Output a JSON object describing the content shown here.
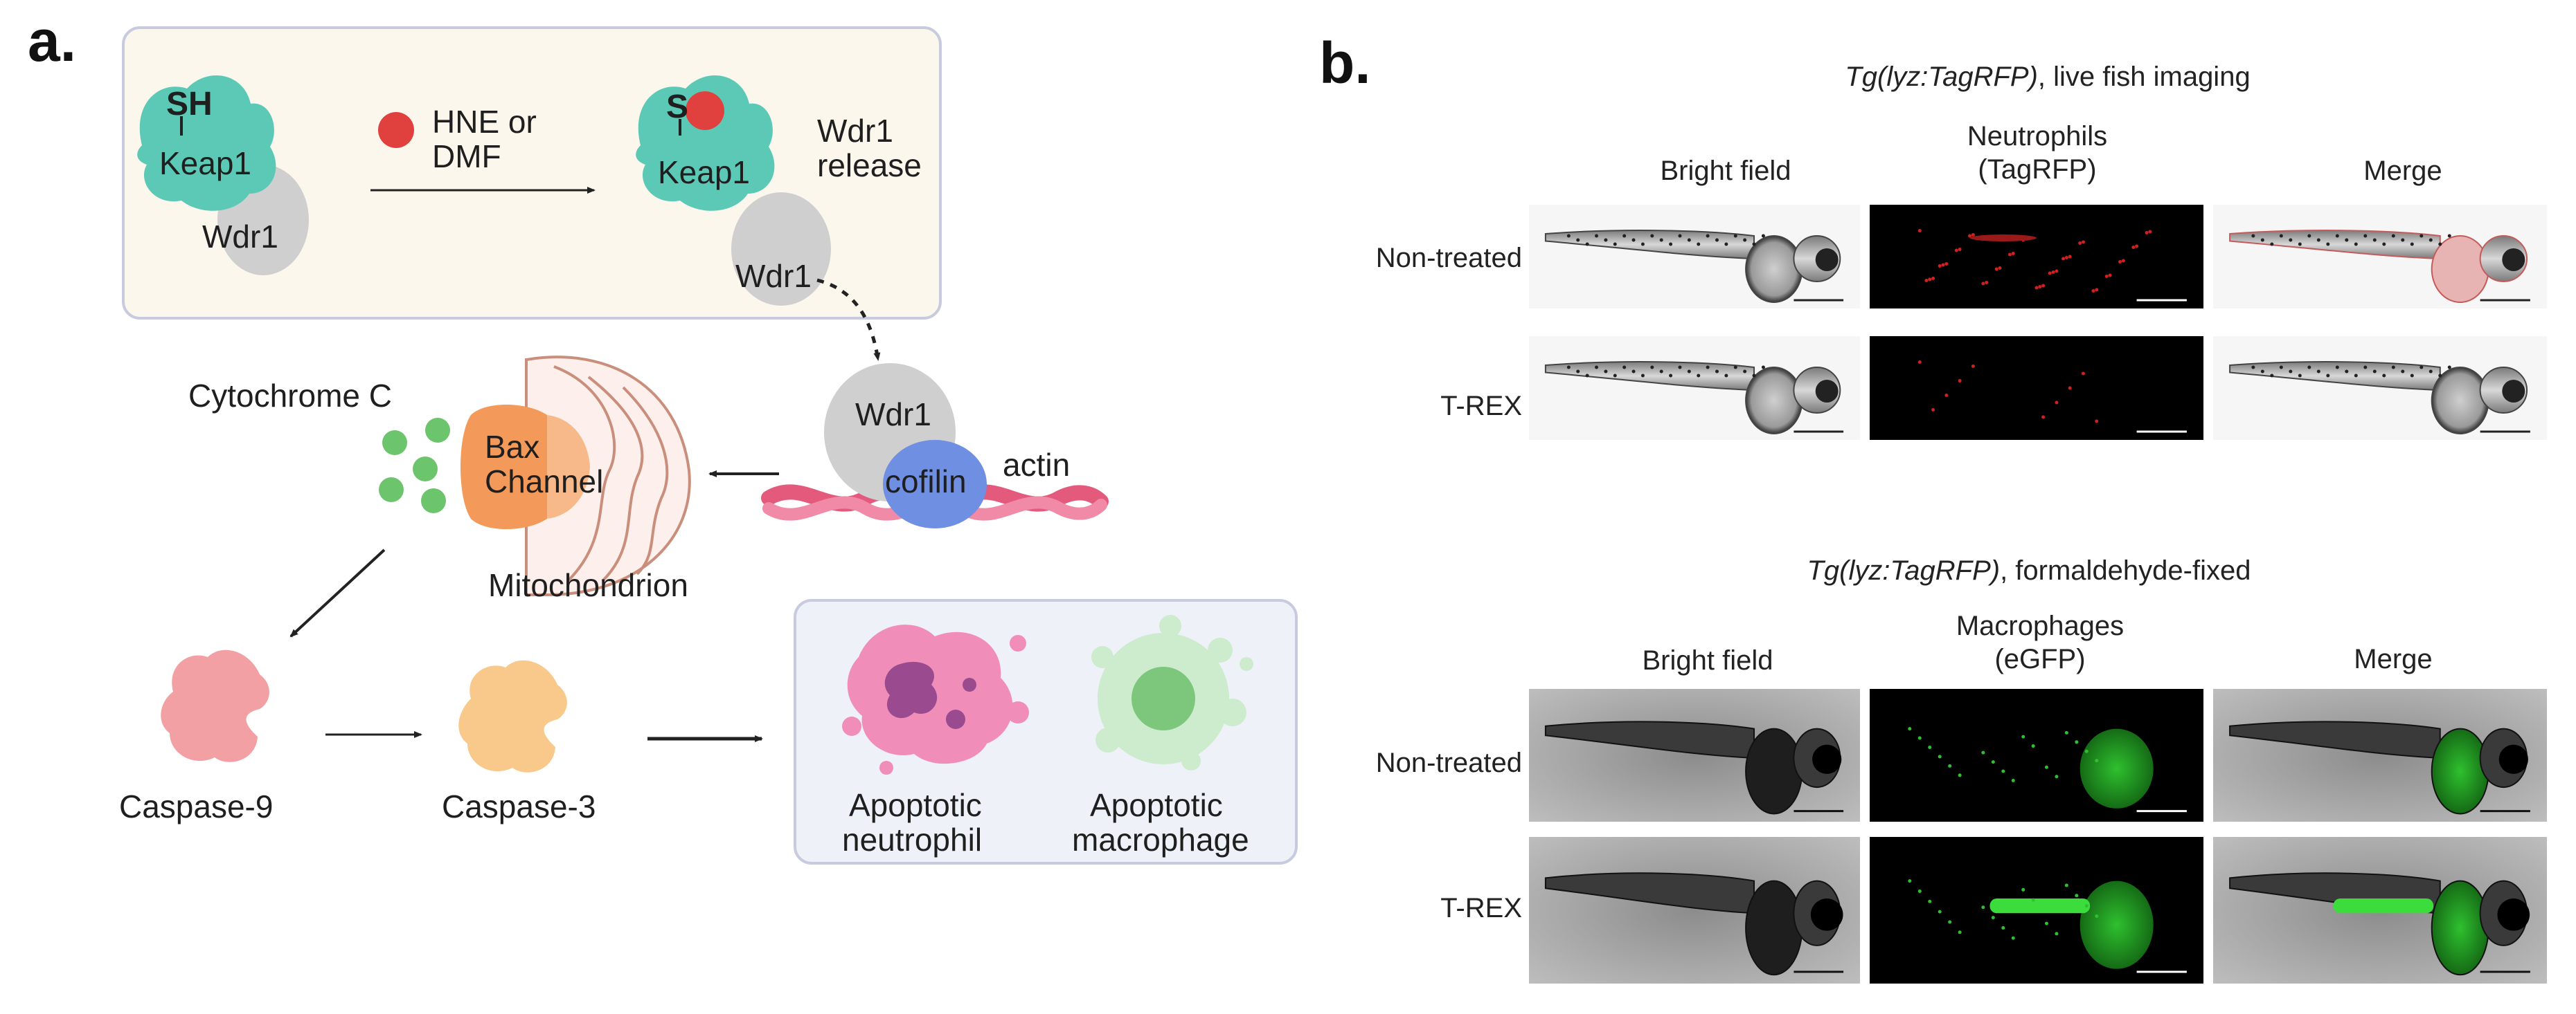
{
  "panel_a": {
    "letter": "a.",
    "sh": "SH",
    "s": "S",
    "keap1_left": "Keap1",
    "keap1_right": "Keap1",
    "wdr1_left": "Wdr1",
    "wdr1_released": "Wdr1",
    "wdr1_actin": "Wdr1",
    "treatment_line1": "HNE or",
    "treatment_line2": "DMF",
    "release_line1": "Wdr1",
    "release_line2": "release",
    "cytochrome": "Cytochrome C",
    "bax_line1": "Bax",
    "bax_line2": "Channel",
    "mitochondrion": "Mitochondrion",
    "cofilin": "cofilin",
    "actin": "actin",
    "caspase9": "Caspase-9",
    "caspase3": "Caspase-3",
    "neutrophil_line1": "Apoptotic",
    "neutrophil_line2": "neutrophil",
    "macrophage_line1": "Apoptotic",
    "macrophage_line2": "macrophage"
  },
  "panel_b": {
    "letter": "b.",
    "top": {
      "title_italic": "Tg(lyz:TagRFP)",
      "title_rest": ", live fish imaging",
      "col1": "Bright field",
      "col2_line1": "Neutrophils",
      "col2_line2": "(TagRFP)",
      "col3": "Merge",
      "row1": "Non-treated",
      "row2": "T-REX"
    },
    "bottom": {
      "title_italic": "Tg(lyz:TagRFP)",
      "title_rest": ", formaldehyde-fixed",
      "col1": "Bright field",
      "col2_line1": "Macrophages",
      "col2_line2": "(eGFP)",
      "col3": "Merge",
      "row1": "Non-treated",
      "row2": "T-REX"
    }
  },
  "colors": {
    "keap1": "#5cc9b6",
    "wdr1": "#c9c9c9",
    "electrophile": "#e0413f",
    "cytochrome": "#6cc46c",
    "bax": "#f39a5a",
    "cofilin": "#6f8fe3",
    "actin": "#e35a7c",
    "caspase9": "#f2a0a3",
    "caspase3": "#f9c98c",
    "neutrophil": "#f08db9",
    "macrophage": "#a8deaa",
    "rfp": "#d02020",
    "gfp": "#2fc02f"
  }
}
